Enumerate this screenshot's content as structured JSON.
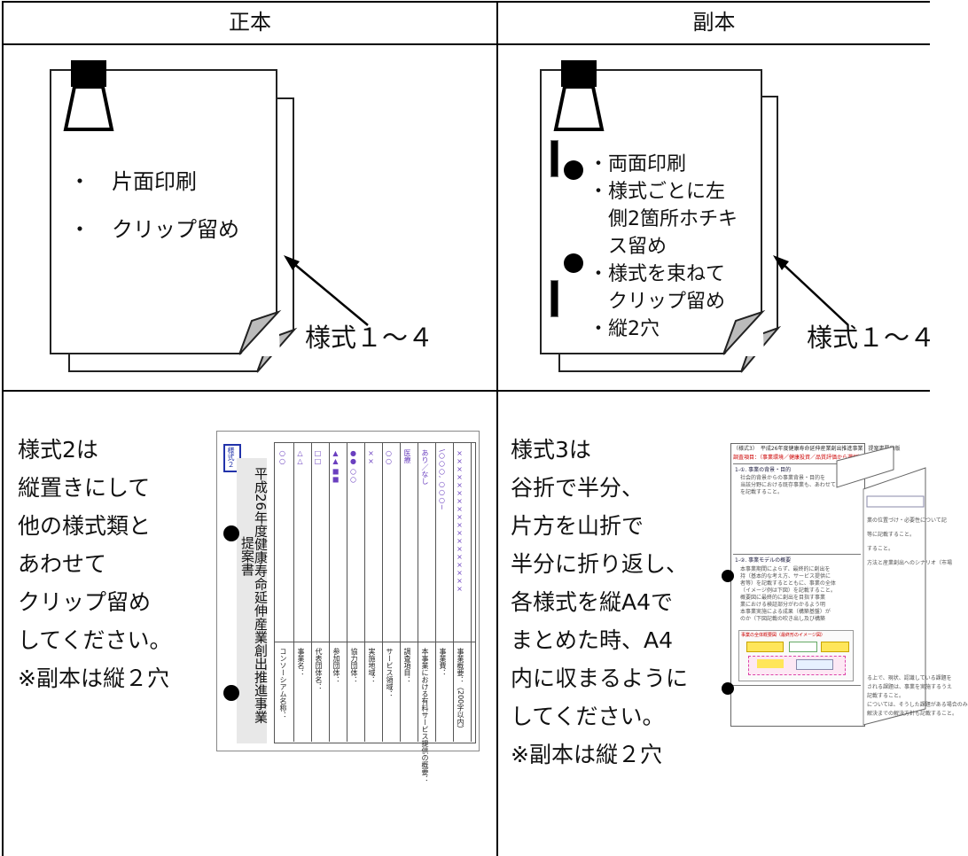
{
  "headers": {
    "seihon": "正本",
    "fukuhon": "副本"
  },
  "seihon_box": {
    "bullet_glyph": "・",
    "bullets": [
      "片面印刷",
      "クリップ留め"
    ],
    "label": "様式１～４"
  },
  "fukuhon_box": {
    "lines": [
      "・両面印刷",
      "・様式ごとに左",
      "　側2箇所ホチキ",
      "　ス留め",
      "・様式を束ねて",
      "　クリップ留め",
      "・縦2穴"
    ],
    "label": "様式１～４"
  },
  "bottom_left": {
    "note_lines": [
      "様式2は",
      "縦置きにして",
      "他の様式類と",
      "あわせて",
      "クリップ留め",
      "してください。",
      "※副本は縦２穴"
    ],
    "thumb": {
      "stamp": "様式２",
      "title": "平成26年度健康寿命延伸産業創出推進事業",
      "subtitle": "提案書",
      "rows": [
        {
          "label": "コンソーシアム名称：",
          "value": "○○"
        },
        {
          "label": "事業名：",
          "value": "△△"
        },
        {
          "label": "代表団体名：",
          "value": "□□"
        },
        {
          "label": "参加団体：",
          "value": "▲▲ ■■"
        },
        {
          "label": "協力団体：",
          "value": "●● ○○"
        },
        {
          "label": "実施地域：",
          "value": "××"
        },
        {
          "label": "サービス領域：",
          "value": "○○"
        },
        {
          "label": "調査項目：",
          "value": "医療"
        },
        {
          "label": "本事業における有料サービス提供の概要：",
          "value": "あり／なし"
        },
        {
          "label": "事業費：",
          "value": "\\○○○, ○○○−"
        },
        {
          "label": "事業概要：（200字以内）",
          "value": "××××××××××××××××××"
        }
      ]
    }
  },
  "bottom_right": {
    "note_lines": [
      "様式3は",
      "谷折で半分、",
      "片方を山折で",
      "半分に折り返し、",
      "各様式を縦A4で",
      "まとめた時、A4",
      "内に収まるように",
      "してください。",
      "※副本は縦２穴"
    ],
    "thumb": {
      "header": "（様式3）　平成26年度健康寿命延伸産業創出推進事業　提案書要約版",
      "category": "調査項目：（事業環境／健康投資／品質評価から選択）",
      "s1_title": "1-①. 事業の背景・目的",
      "s1_lines": [
        "社会的背景からの事業背景・目的を",
        "当該分野における既存事業も、あわせて",
        "を記載すること。"
      ],
      "s2_title": "1-②. 事業モデルの概要",
      "s2_lines": [
        "本事業期間によらず、最終的に創出を",
        "持（基本的な考え方、サービス提供に",
        "者等）を記載するとともに、事業の全体",
        "（イメージ例は下図）を記載すること。",
        "概要図に最終的に創出を目指す事業",
        "業における検証部分がわかるよう明",
        "本事業実施による成果（構築基盤）が",
        "のか（下図記載の吹き出し及び構築"
      ],
      "right_lines": [
        "業の位置づけ・必要性について記",
        "等に記載すること。",
        "すること。",
        "方法と産業創出へのシナリオ（市場"
      ],
      "bottom_lines": [
        "る上で、現状、認識している課題を",
        "される課題は、事業を実施するうえ",
        "記載すること。",
        "については、そうした課題がある場合のみ",
        "解決までの解決方針も記載すること。"
      ],
      "diagram_title": "事業の全体概要図（最終形のイメージ図）"
    }
  }
}
